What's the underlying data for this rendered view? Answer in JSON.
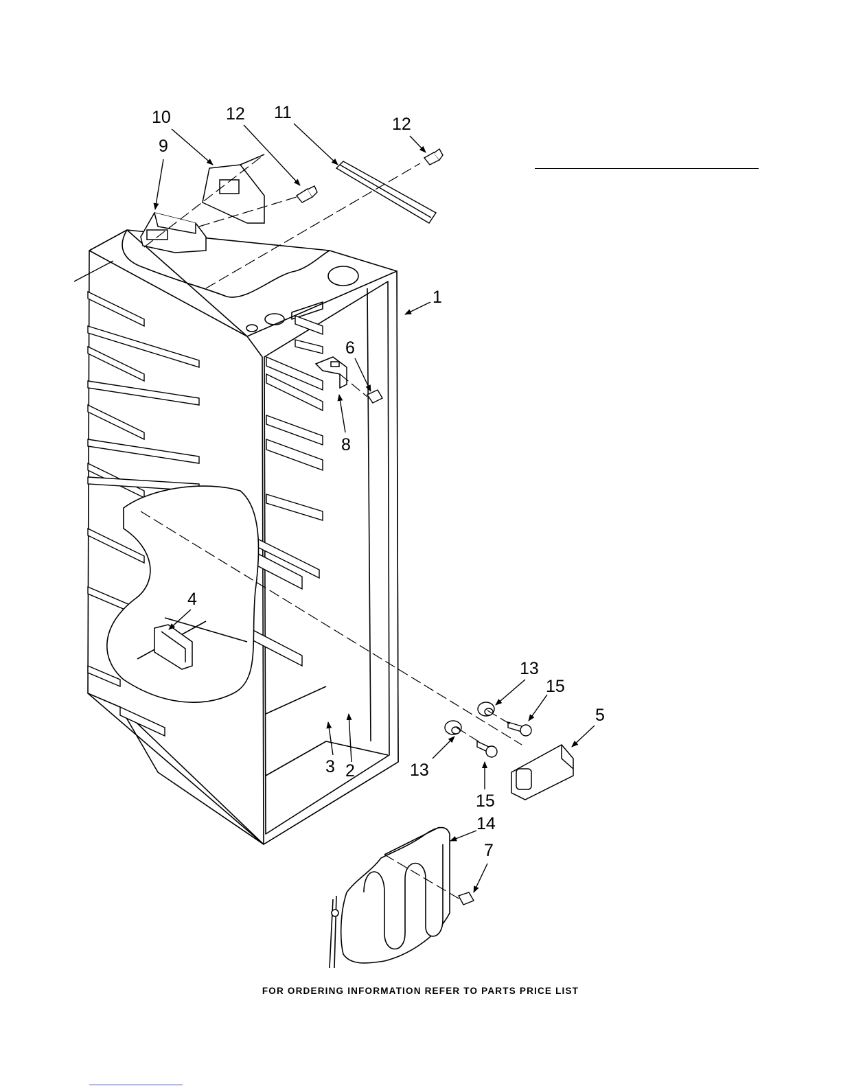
{
  "diagram": {
    "footer_text": "FOR ORDERING INFORMATION REFER TO PARTS PRICE LIST",
    "callouts": [
      {
        "id": "c10",
        "text": "10"
      },
      {
        "id": "c9",
        "text": "9"
      },
      {
        "id": "c12a",
        "text": "12"
      },
      {
        "id": "c11",
        "text": "11"
      },
      {
        "id": "c12b",
        "text": "12"
      },
      {
        "id": "c1",
        "text": "1"
      },
      {
        "id": "c6",
        "text": "6"
      },
      {
        "id": "c8",
        "text": "8"
      },
      {
        "id": "c4",
        "text": "4"
      },
      {
        "id": "c13a",
        "text": "13"
      },
      {
        "id": "c15a",
        "text": "15"
      },
      {
        "id": "c5",
        "text": "5"
      },
      {
        "id": "c13b",
        "text": "13"
      },
      {
        "id": "c3",
        "text": "3"
      },
      {
        "id": "c2",
        "text": "2"
      },
      {
        "id": "c15b",
        "text": "15"
      },
      {
        "id": "c14",
        "text": "14"
      },
      {
        "id": "c7",
        "text": "7"
      }
    ]
  }
}
